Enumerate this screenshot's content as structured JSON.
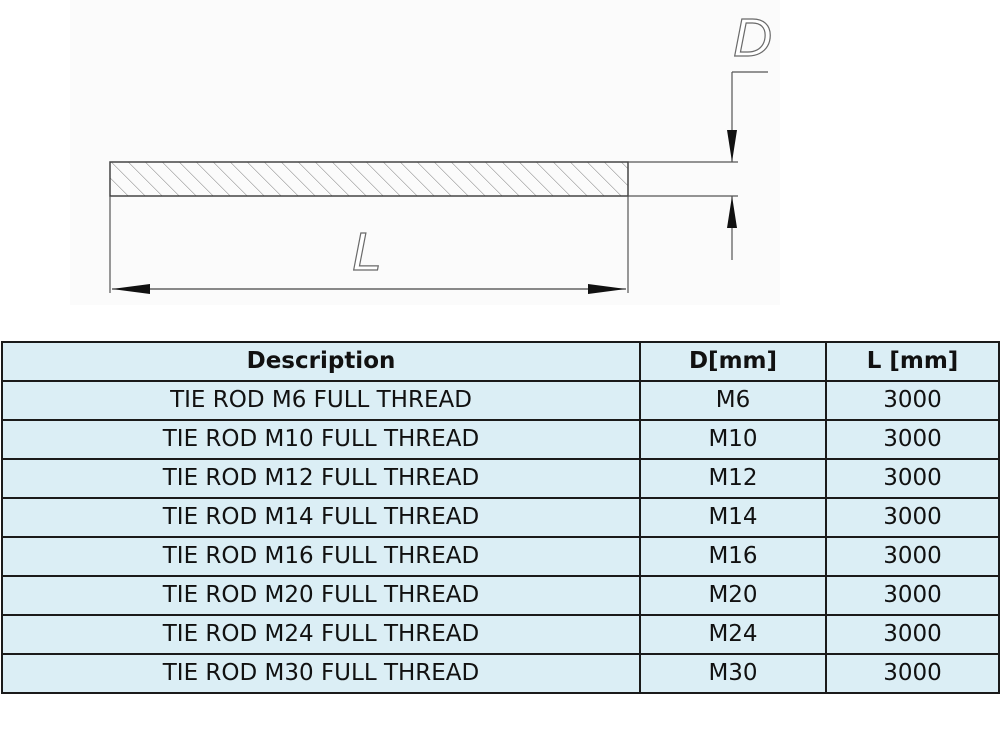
{
  "drawing": {
    "diameter_label": "D",
    "length_label": "L"
  },
  "table": {
    "headers": {
      "description": "Description",
      "d": "D[mm]",
      "l": "L [mm]"
    },
    "rows": [
      {
        "description": "TIE ROD M6 FULL THREAD",
        "d": "M6",
        "l": "3000"
      },
      {
        "description": "TIE ROD M10 FULL THREAD",
        "d": "M10",
        "l": "3000"
      },
      {
        "description": "TIE ROD M12 FULL THREAD",
        "d": "M12",
        "l": "3000"
      },
      {
        "description": "TIE ROD M14 FULL THREAD",
        "d": "M14",
        "l": "3000"
      },
      {
        "description": "TIE ROD M16 FULL THREAD",
        "d": "M16",
        "l": "3000"
      },
      {
        "description": "TIE ROD M20 FULL THREAD",
        "d": "M20",
        "l": "3000"
      },
      {
        "description": "TIE ROD M24 FULL THREAD",
        "d": "M24",
        "l": "3000"
      },
      {
        "description": "TIE ROD M30 FULL THREAD",
        "d": "M30",
        "l": "3000"
      }
    ]
  },
  "colors": {
    "table_fill": "#dbeef5",
    "border": "#1a1a1a",
    "drawing_line": "#555555"
  }
}
